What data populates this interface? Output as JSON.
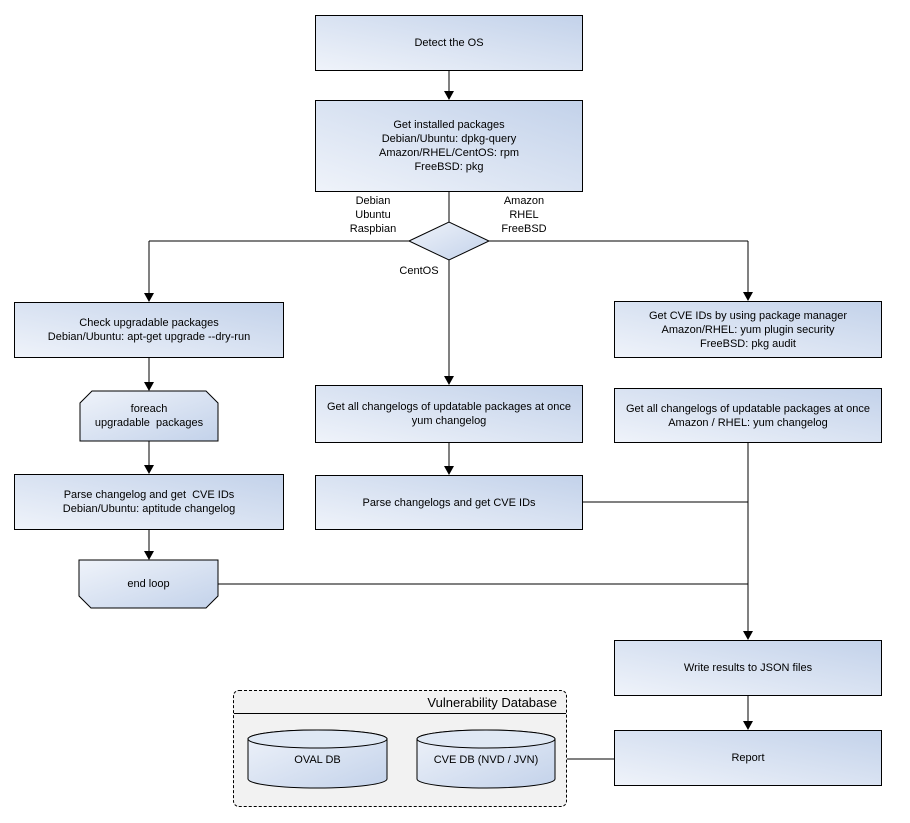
{
  "colors": {
    "node_fill_light": "#eff3fa",
    "node_fill_dark": "#c3d2ea",
    "node_border": "#000000",
    "connector": "#000000",
    "db_panel_fill": "#f2f2f2",
    "cylinder_top_fill": "#dfe8f4",
    "background": "#ffffff"
  },
  "nodes": {
    "detect_os": {
      "label": "Detect the OS"
    },
    "get_installed_packages": {
      "label": "Get installed packages\nDebian/Ubuntu: dpkg-query\nAmazon/RHEL/CentOS: rpm\nFreeBSD: pkg"
    },
    "check_upgradable": {
      "label": "Check upgradable packages\nDebian/Ubuntu: apt-get upgrade --dry-run"
    },
    "foreach_loop": {
      "label": "foreach\nupgradable  packages"
    },
    "parse_changelog_debian": {
      "label": "Parse changelog and get  CVE IDs\nDebian/Ubuntu: aptitude changelog"
    },
    "end_loop": {
      "label": "end loop"
    },
    "get_changelogs_centos": {
      "label": "Get all changelogs of updatable packages at once\nyum changelog"
    },
    "parse_changelogs_centos": {
      "label": "Parse changelogs and get CVE IDs"
    },
    "get_cve_ids_pkg_manager": {
      "label": "Get CVE IDs by using package manager\nAmazon/RHEL: yum plugin security\nFreeBSD: pkg audit"
    },
    "get_changelogs_amazon": {
      "label": "Get all changelogs of updatable packages at once\nAmazon / RHEL: yum changelog"
    },
    "write_results": {
      "label": "Write results to JSON files"
    },
    "report": {
      "label": "Report"
    }
  },
  "branch_labels": {
    "left": "Debian\nUbuntu\nRaspbian",
    "right": "Amazon\nRHEL\nFreeBSD",
    "bottom": "CentOS"
  },
  "database": {
    "title": "Vulnerability Database",
    "cylinders": [
      {
        "label": "OVAL DB"
      },
      {
        "label": "CVE DB (NVD / JVN)"
      }
    ]
  }
}
